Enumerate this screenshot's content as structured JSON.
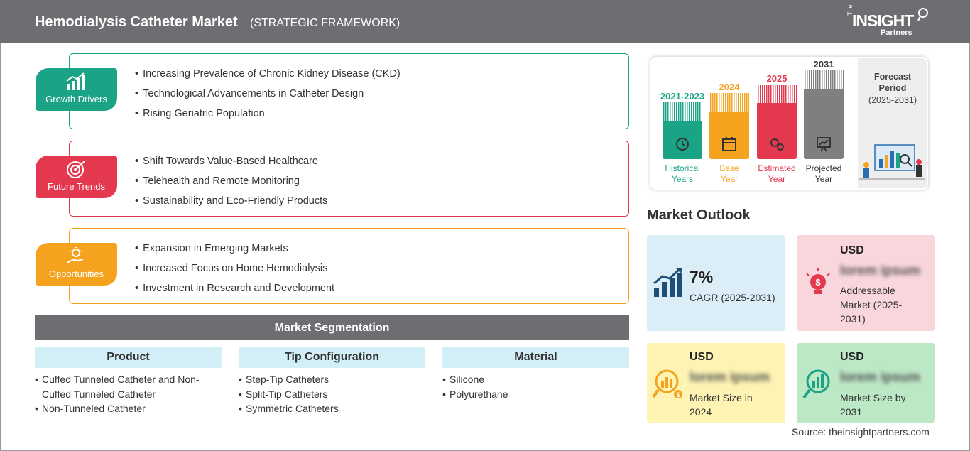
{
  "header": {
    "title": "Hemodialysis Catheter Market",
    "subtitle": "(STRATEGIC FRAMEWORK)",
    "logo": {
      "the": "The",
      "insight": "INSIGHT",
      "partners": "Partners"
    }
  },
  "factors": [
    {
      "label": "Growth Drivers",
      "color": "#1aa385",
      "icon": "growth-chart-icon",
      "items": [
        "Increasing Prevalence of Chronic Kidney Disease (CKD)",
        "Technological Advancements in Catheter Design",
        "Rising Geriatric Population"
      ]
    },
    {
      "label": "Future Trends",
      "color": "#e4384f",
      "icon": "target-icon",
      "items": [
        "Shift Towards Value-Based Healthcare",
        "Telehealth and Remote Monitoring",
        "Sustainability and Eco-Friendly Products"
      ]
    },
    {
      "label": "Opportunities",
      "color": "#f5a21e",
      "icon": "lightbulb-hand-icon",
      "items": [
        "Expansion in Emerging Markets",
        "Increased Focus on Home Hemodialysis",
        "Investment in Research and Development"
      ]
    }
  ],
  "segmentation": {
    "title": "Market Segmentation",
    "columns": [
      {
        "title": "Product",
        "items": [
          "Cuffed Tunneled Catheter and Non-Cuffed Tunneled Catheter",
          "Non-Tunneled Catheter"
        ]
      },
      {
        "title": "Tip Configuration",
        "items": [
          "Step-Tip Catheters",
          "Split-Tip Catheters",
          "Symmetric Catheters"
        ]
      },
      {
        "title": "Material",
        "items": [
          "Silicone",
          "Polyurethane"
        ]
      }
    ]
  },
  "timeline": {
    "forecast_label": "Forecast Period",
    "forecast_years": "(2025-2031)",
    "bars": [
      {
        "year": "2021-2023",
        "line1": "Historical",
        "line2": "Years",
        "color": "#1aa385",
        "icon": "history-clock-icon"
      },
      {
        "year": "2024",
        "line1": "Base",
        "line2": "Year",
        "color": "#f5a21e",
        "icon": "calendar-icon"
      },
      {
        "year": "2025",
        "line1": "Estimated",
        "line2": "Year",
        "color": "#e4384f",
        "icon": "gears-icon"
      },
      {
        "year": "2031",
        "line1": "Projected",
        "line2": "Year",
        "color": "#7f7f7f",
        "icon": "presentation-board-icon"
      }
    ]
  },
  "outlook": {
    "title": "Market Outlook",
    "cagr": {
      "value": "7%",
      "label": "CAGR (2025-2031)",
      "color": "#dbeef8"
    },
    "addressable": {
      "usd": "USD",
      "value": "lorem ipsum",
      "line1": "Addressable",
      "line2": "Market (2025-",
      "line3": "2031)",
      "color": "#f9d6dc"
    },
    "size_2024": {
      "usd": "USD",
      "value": "lorem ipsum",
      "line1": "Market Size in",
      "line2": "2024",
      "color": "#fdf3b3"
    },
    "size_2031": {
      "usd": "USD",
      "value": "lorem ipsum",
      "line1": "Market Size by",
      "line2": "2031",
      "color": "#bde8c6"
    }
  },
  "source": "Source: theinsightpartners.com"
}
